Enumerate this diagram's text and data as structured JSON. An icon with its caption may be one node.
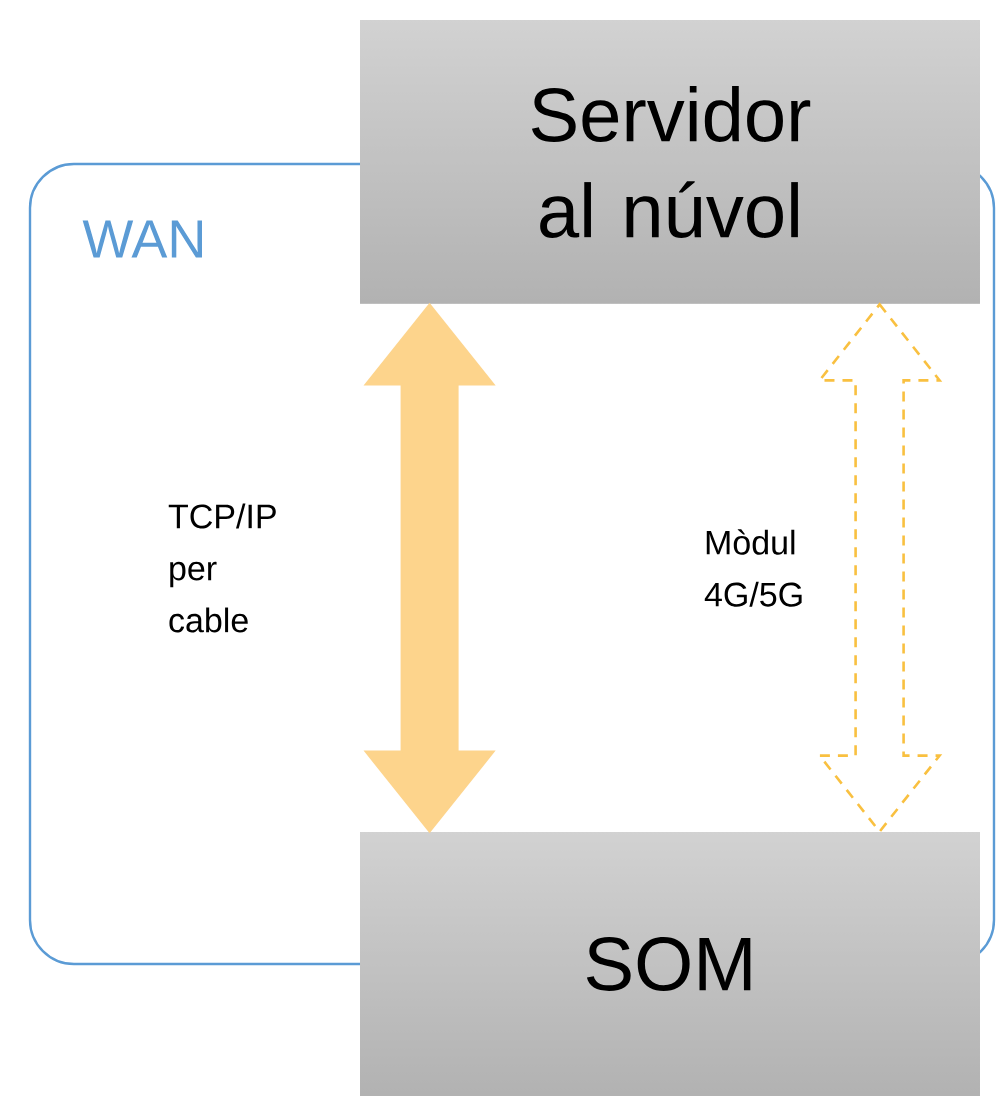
{
  "diagram": {
    "nodes": [
      {
        "text": [
          "WAN"
        ]
      },
      {
        "text": [
          "Servidor al núvol"
        ]
      },
      {
        "text": [
          "SOM"
        ]
      }
    ],
    "edges": [
      {
        "from": 1,
        "to": 2,
        "arrow": "both",
        "label": "TCP/IP per cable",
        "style": "thick",
        "color": "#fdd48c"
      },
      {
        "from": 1,
        "to": 2,
        "arrow": "both",
        "label": "Mòdul 4G/5G",
        "style": "dashed",
        "color": "#f9c040"
      }
    ]
  }
}
